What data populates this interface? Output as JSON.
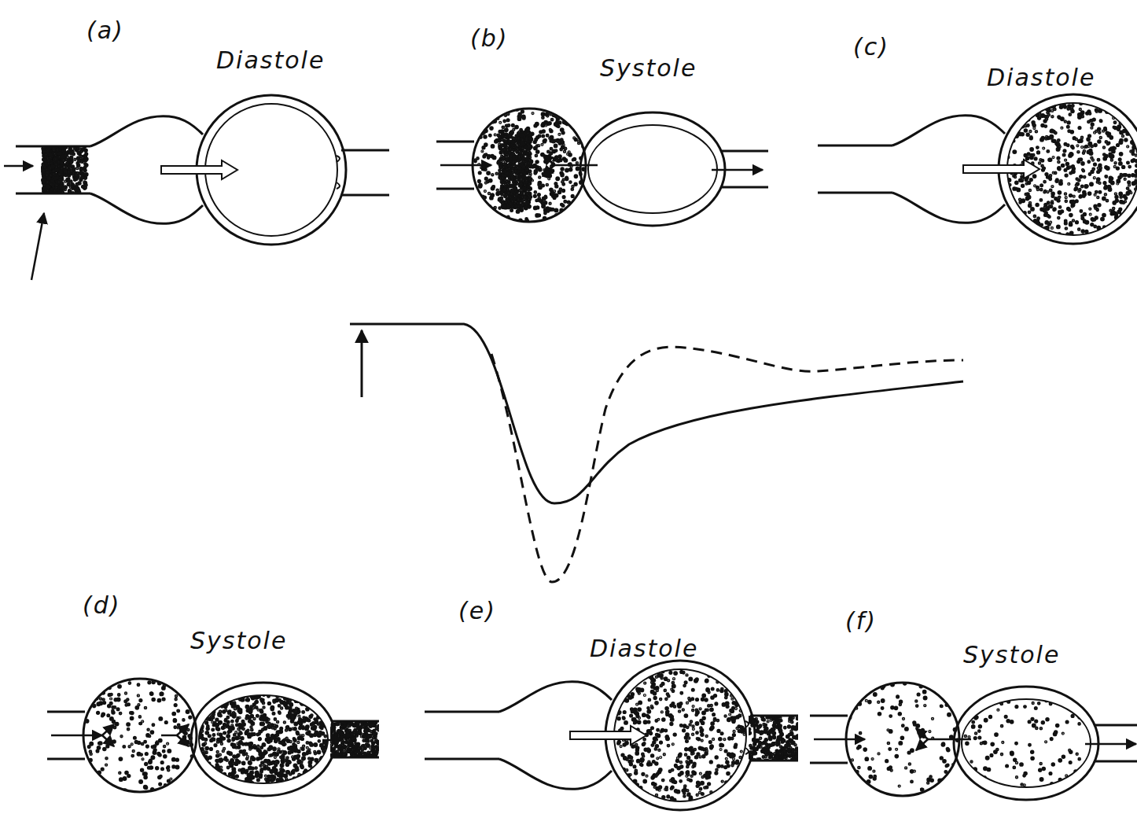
{
  "diagram": {
    "labels": [
      "(a)",
      "Diastole",
      "(b)",
      "Systole",
      "(c)",
      "Diastole",
      "(d)",
      "Systole",
      "(e)",
      "Diastole",
      "(f)",
      "Systole"
    ]
  }
}
